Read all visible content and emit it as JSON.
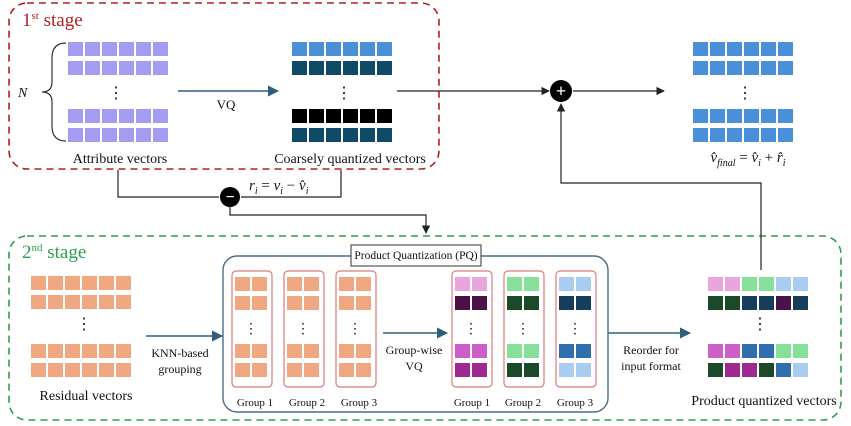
{
  "stage1": {
    "label_num": "1",
    "label_sup": "st",
    "label_rest": " stage",
    "n_label": "N",
    "attr_caption": "Attribute vectors",
    "vq_label": "VQ",
    "coarse_caption": "Coarsely quantized vectors"
  },
  "residual_formula": {
    "r": "r",
    "r_sub": "i",
    "eq": " = ",
    "v": "v",
    "v_sub": "i",
    "minus": " − ",
    "vhat": "v̂",
    "vhat_sub": "i"
  },
  "final_formula": {
    "v": "v̂",
    "sub": "final",
    "eq": " = ",
    "v2": "v̂",
    "v2_sub": "i",
    "plus": " + ",
    "r": "r̂",
    "r_sub": "i"
  },
  "stage2": {
    "label_num": "2",
    "label_sup": "nd",
    "label_rest": " stage",
    "residual_caption": "Residual vectors",
    "knn_line1": "KNN-based",
    "knn_line2": "grouping",
    "pq_title": "Product Quantization (PQ)",
    "groupwise_line1": "Group-wise",
    "groupwise_line2": "VQ",
    "group_labels": [
      "Group 1",
      "Group 2",
      "Group 3"
    ],
    "reorder_line1": "Reorder for",
    "reorder_line2": "input format",
    "pqv_caption": "Product quantized vectors"
  },
  "symbols": {
    "plus": "+",
    "minus": "−",
    "ellipsis": "⋮"
  },
  "colors": {
    "stage1_border": "#b22222",
    "stage2_border": "#2e9e4f",
    "stage1_text": "#b22222",
    "stage2_text": "#2e9e4f",
    "attribute": "#a39cf2",
    "coarse_light": "#4a90d9",
    "coarse_dark": "#0f4a66",
    "coarse_black": "#000000",
    "residual": "#f0a883",
    "pink_light": "#e8a6dc",
    "purple_dark": "#4a1248",
    "green_light": "#86e09a",
    "green_dark": "#1a4a2a",
    "blue_light": "#a9cdf0",
    "navy": "#153e5c",
    "magenta": "#cc5fc8",
    "magenta_dark": "#a02891",
    "blue_mid": "#2f6fae",
    "final_blue": "#4a90d9",
    "pq_border": "#4a6d8a"
  }
}
